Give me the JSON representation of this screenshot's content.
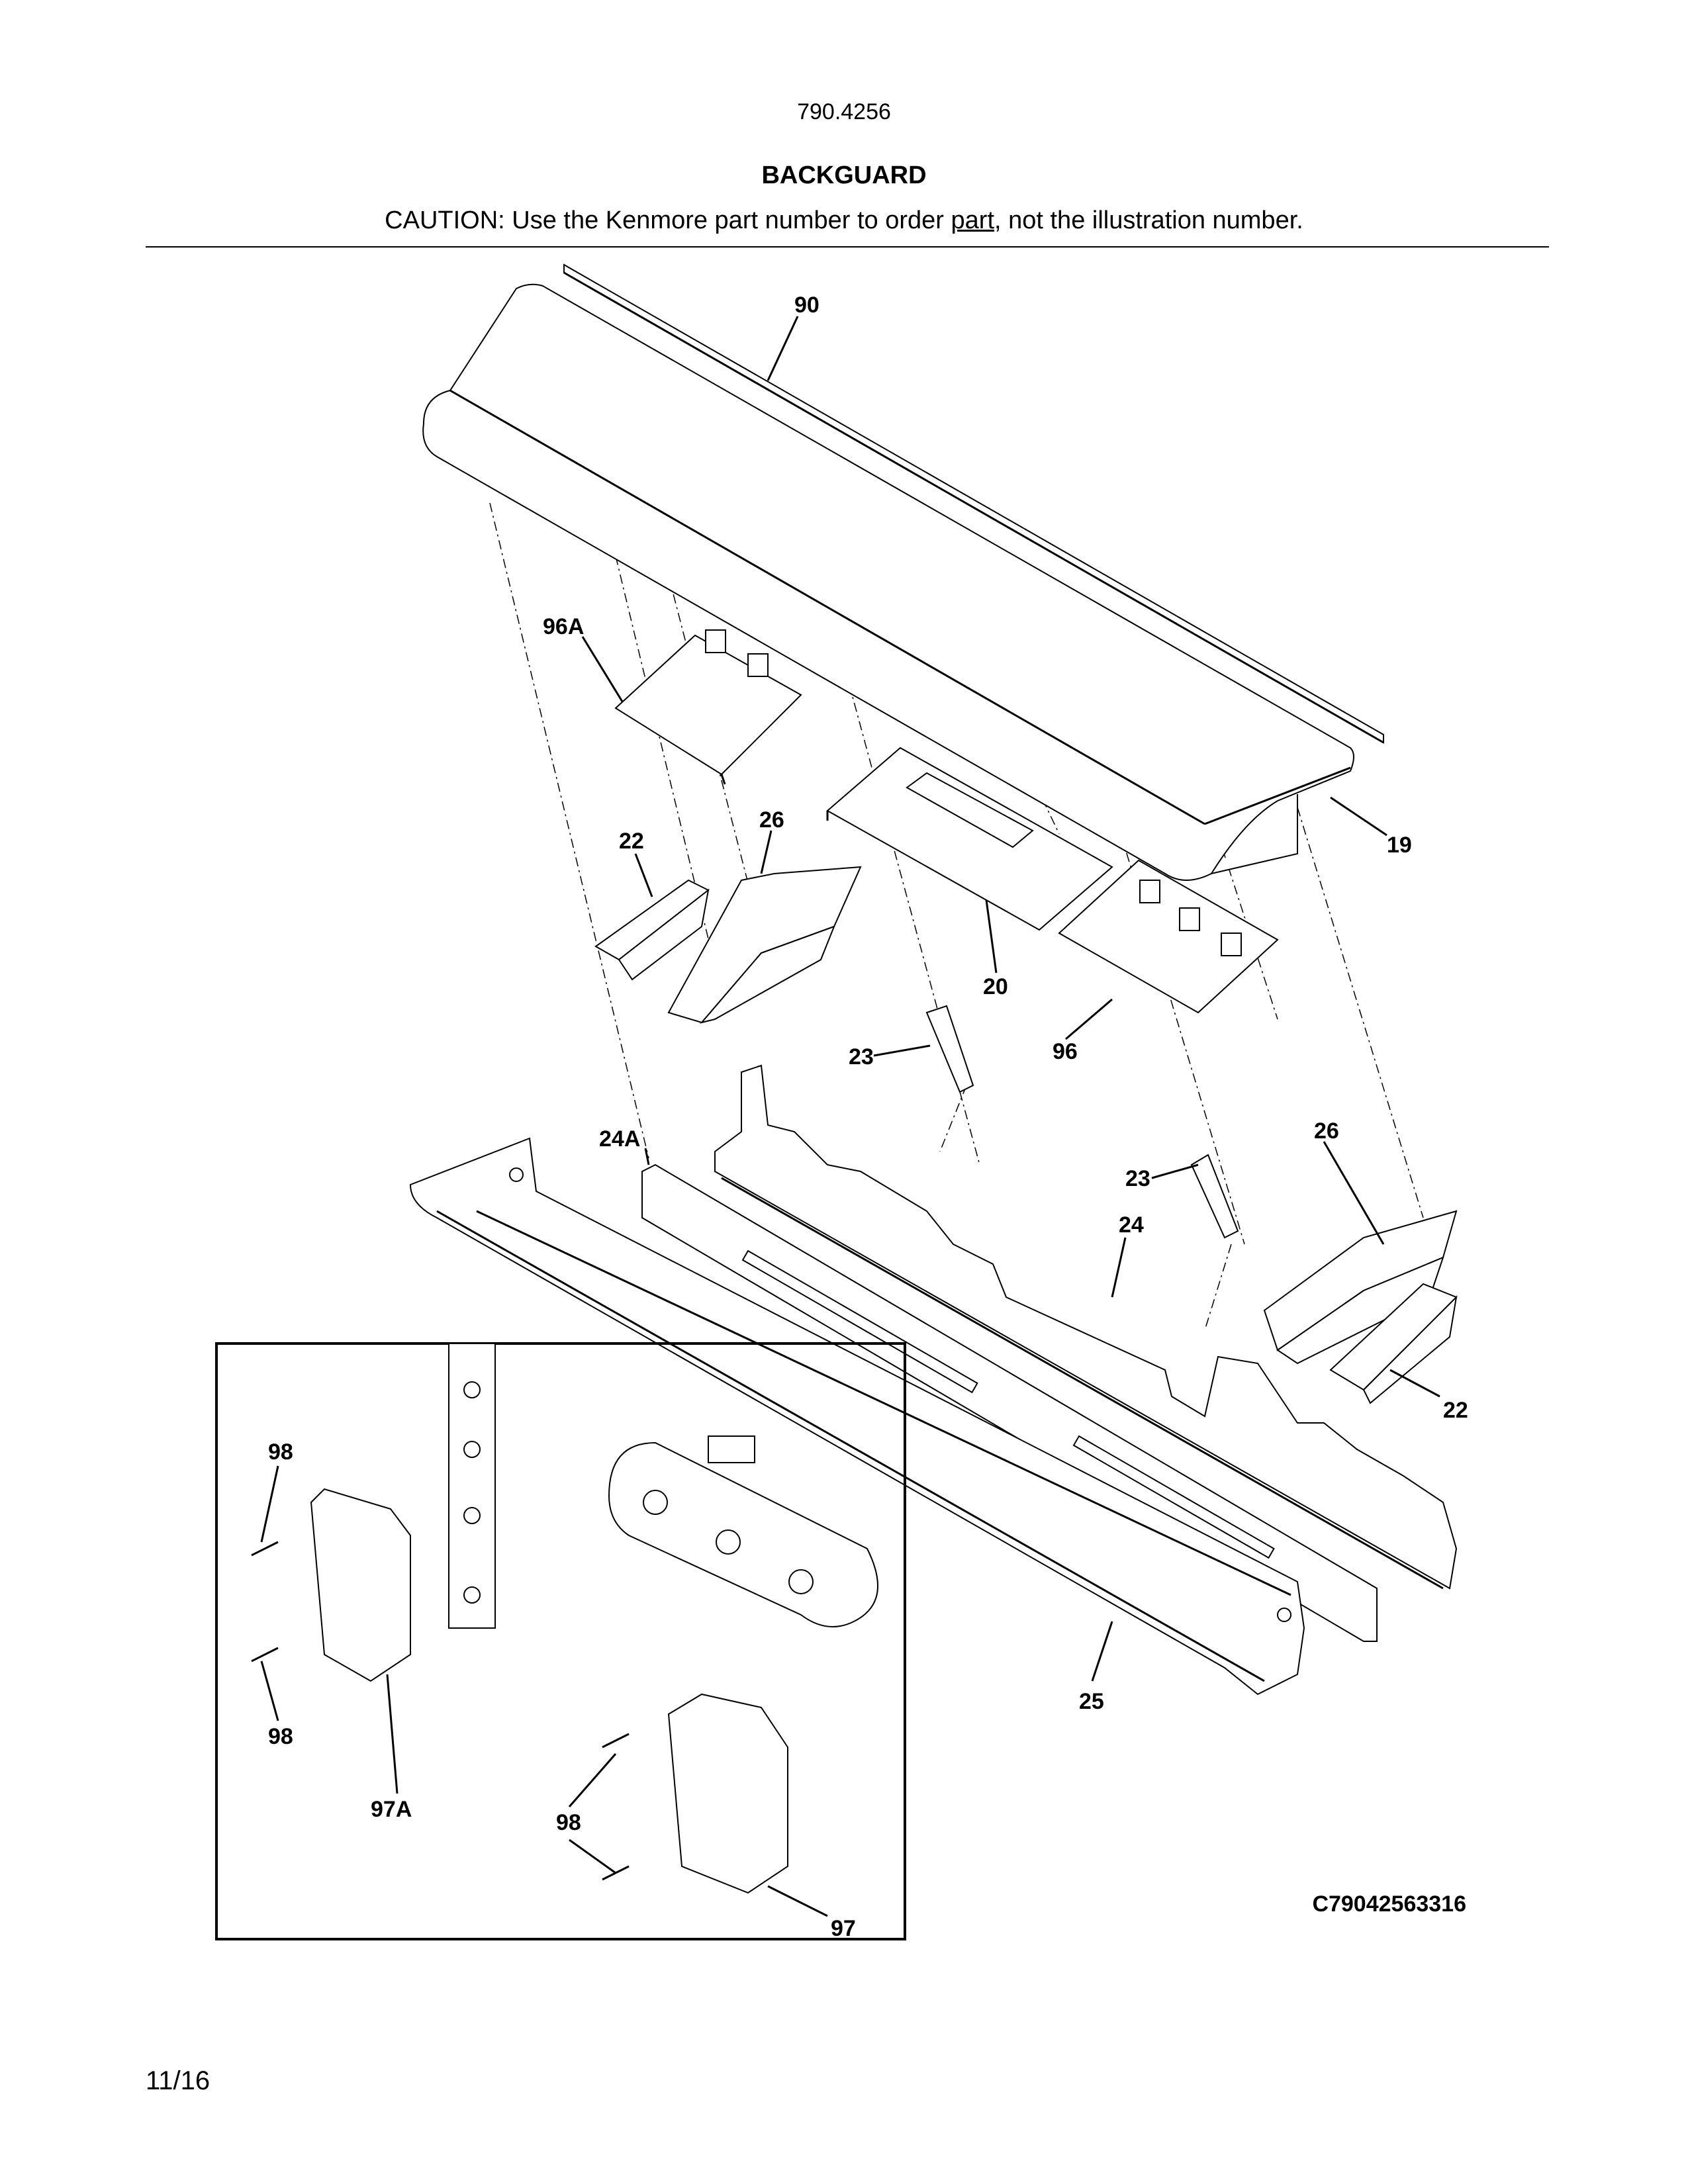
{
  "header": {
    "model": "790.4256",
    "title": "BACKGUARD",
    "caution_before": "CAUTION: Use the Kenmore part number to order ",
    "caution_underlined": "part",
    "caution_after": ", not the illustration number."
  },
  "callouts": {
    "c90": "90",
    "c96A": "96A",
    "c19": "19",
    "c22a": "22",
    "c26a": "26",
    "c20": "20",
    "c96": "96",
    "c23a": "23",
    "c24A": "24A",
    "c26b": "26",
    "c23b": "23",
    "c24": "24",
    "c22b": "22",
    "c25": "25",
    "c98a": "98",
    "c98b": "98",
    "c97A": "97A",
    "c98c": "98",
    "c97": "97"
  },
  "footer": {
    "diagram_code": "C79042563316",
    "date": "11/16"
  }
}
